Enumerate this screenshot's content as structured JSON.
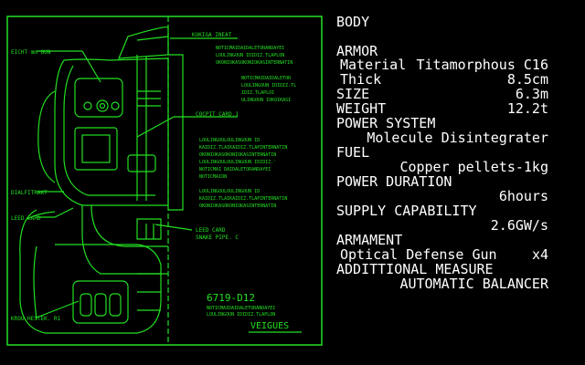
{
  "blueprint": {
    "colors": {
      "line": "#22e022",
      "background": "#000000",
      "text": "#ffffff"
    },
    "labels": {
      "eight_mm_gun": "EICHT mm GUN",
      "kukiga_ineat": "KUKIGA INEAT",
      "cocpit_card": "COCPIT CARD.1",
      "dialfitrakt": "DIALFITRAKT",
      "leed_card_left": "LEED CARD",
      "leed_card_right": "LEED CARD",
      "snake_pipe": "SNAKE PIPE. C",
      "krou_hestek": "KROU HESTEK. R1",
      "model_number": "6719-D12",
      "brand": "VEIGUES"
    },
    "notes_block_1": [
      "NOTICMAIDAIDALETORANDAYEI",
      "LOULINGOUN IDIDIZ.TLAPLON",
      "OKONIOKASOKONIOKASINTERNATIN"
    ],
    "notes_block_2": [
      "NOTICMAIDAIDALETOR",
      "LOULINGOUN IDIDIZ.TL",
      "IDIZ.TLAPLOI",
      "ULINGOUN IOKOIKASI"
    ],
    "notes_block_3": [
      "LOULINGOULOULINGOUN ID",
      "KAIDIZ.TLAIKAIDIZ.TLAPINTERNATIN",
      "OKONIOKASOKONIOKASINTERNATIN",
      "LOULINGOULOULINGOUN IDIDIZ.'",
      "NOTICMAI DAIDALETORANDAYEI",
      "NOTICMAION"
    ],
    "notes_block_4": [
      "LOULINGOULOULINGOUN ID",
      "KAIDIZ.TLAIKAIDIZ.TLAPINTERNATIN",
      "OKONIOKASOKONIOKASINTERNATIN"
    ],
    "notes_block_5": [
      "NOTICMAIDAIDALETORANDAYEI",
      "LOULINGOUN IDIDIZ.TLAPLON"
    ]
  },
  "specs": {
    "body": "BODY",
    "armor": "ARMOR",
    "material_label": "Material",
    "material_value": "Titamorphous C16",
    "thick_label": "Thick",
    "thick_value": "8.5cm",
    "size_label": "SIZE",
    "size_value": "6.3m",
    "weight_label": "WEIGHT",
    "weight_value": "12.2t",
    "power_system_label": "POWER SYSTEM",
    "power_system_value": "Molecule Disintegrater",
    "fuel_label": "FUEL",
    "fuel_value": "Copper pellets-1kg",
    "power_duration_label": "POWER DURATION",
    "power_duration_value": "6hours",
    "supply_capability_label": "SUPPLY CAPABILITY",
    "supply_capability_value": "2.6GW/s",
    "armament_label": "ARMAMENT",
    "armament_item": "Optical Defense Gun",
    "armament_count": "x4",
    "additional_label": "ADDITTIONAL MEASURE",
    "additional_value": "AUTOMATIC BALANCER"
  }
}
